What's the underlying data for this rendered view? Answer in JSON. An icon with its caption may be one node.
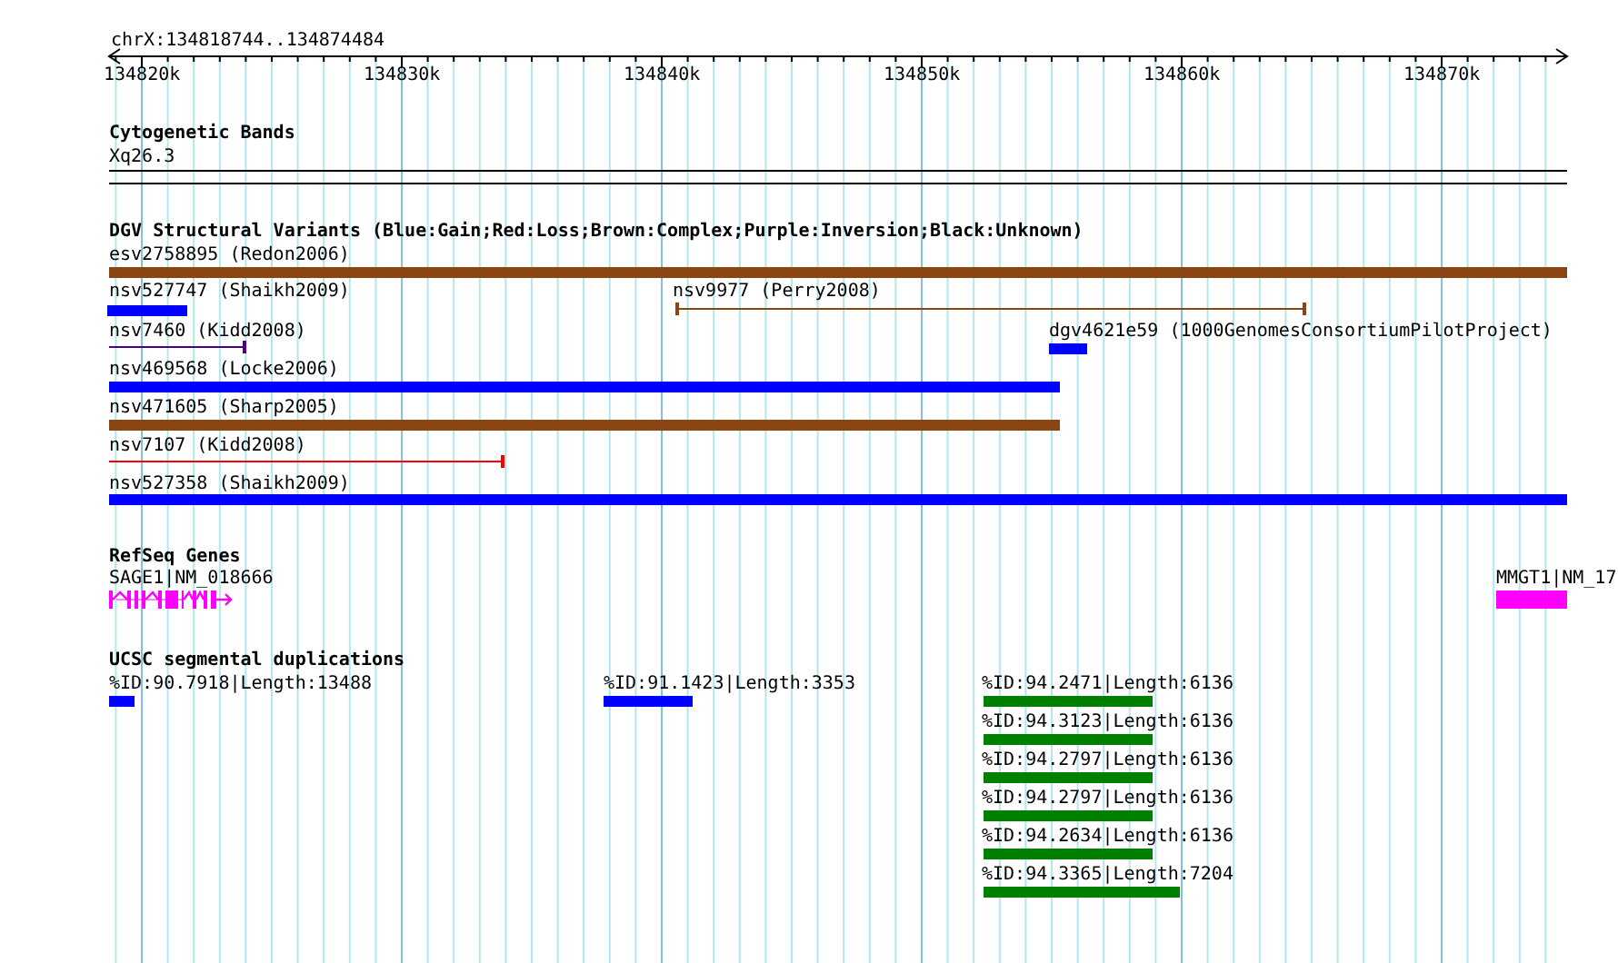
{
  "diagram": {
    "labels": [
      "chrX:134818744..134874484",
      "134820k",
      "134830k",
      "134840k",
      "134850k",
      "134860k",
      "134870k",
      "Cytogenetic Bands",
      "Xq26.3",
      "DGV Structural Variants (Blue:Gain;Red:Loss;Brown:Complex;Purple:Inversion;Black:Unknown)",
      "esv2758895 (Redon2006)",
      "nsv527747 (Shaikh2009)",
      "nsv9977 (Perry2008)",
      "nsv7460 (Kidd2008)",
      "dgv4621e59 (1000GenomesConsortiumPilotProject)",
      "nsv469568 (Locke2006)",
      "nsv471605 (Sharp2005)",
      "nsv7107 (Kidd2008)",
      "nsv527358 (Shaikh2009)",
      "RefSeq Genes",
      "SAGE1|NM_018666",
      "MMGT1|NM_17",
      "UCSC segmental duplications",
      "%ID:90.7918|Length:13488",
      "%ID:91.1423|Length:3353",
      "%ID:94.2471|Length:6136",
      "%ID:94.3123|Length:6136",
      "%ID:94.2797|Length:6136",
      "%ID:94.2797|Length:6136",
      "%ID:94.2634|Length:6136",
      "%ID:94.3365|Length:7204"
    ]
  }
}
